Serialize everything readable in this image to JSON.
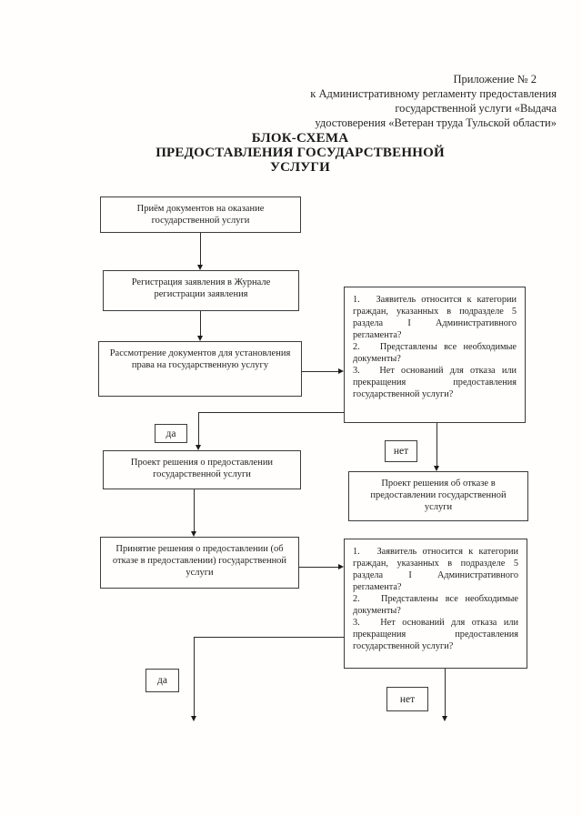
{
  "document": {
    "header_lines": [
      "Приложение № 2",
      "к Административному регламенту предоставления",
      "государственной услуги «Выдача",
      "удостоверения «Ветеран труда Тульской области»"
    ],
    "title_lines": [
      "БЛОК-СХЕМА",
      "ПРЕДОСТАВЛЕНИЯ ГОСУДАРСТВЕННОЙ",
      "УСЛУГИ"
    ]
  },
  "flowchart": {
    "nodes": {
      "receive": "Приём документов на оказание государственной услуги",
      "register": "Регистрация заявления в Журнале регистрации заявления",
      "review": "Рассмотрение документов для установления права на государственную услугу",
      "draft_grant": "Проект решения  о предоставлении государственной услуги",
      "draft_refuse": "Проект решения об отказе в предоставлении государственной услуги",
      "decide": "Принятие решения о предоставлении (об отказе в предоставлении) государственной услуги"
    },
    "decision_questions": [
      "1.   Заявитель относится к категории граждан, указанных в подразделе 5 раздела I Административного регламента?",
      "2.   Представлены все необходимые документы?",
      "3.   Нет оснований для отказа или прекращения предоставления государственной услуги?"
    ],
    "labels": {
      "yes": "да",
      "no": "нет"
    }
  },
  "colors": {
    "ink": "#1f1f1f",
    "box_border": "#3c3c3c",
    "paper": "#fffefd"
  }
}
